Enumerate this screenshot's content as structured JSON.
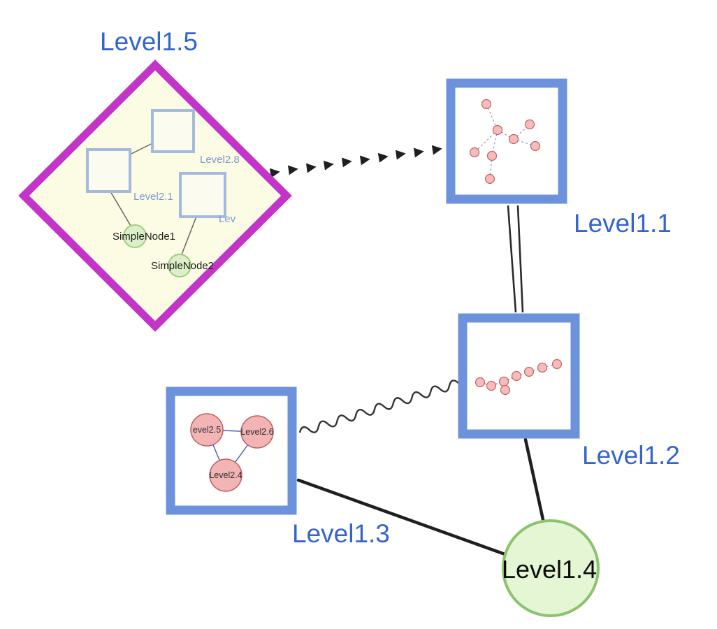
{
  "diagram": {
    "nodes": {
      "level1_5": {
        "label": "Level1.5",
        "shape": "diamond",
        "children": {
          "level2_8": {
            "label": "Level2.8",
            "shape": "square"
          },
          "level2_1": {
            "label": "Level2.1",
            "shape": "square"
          },
          "level2_x": {
            "label": "Lev",
            "shape": "square"
          },
          "simple_node1": {
            "label": "SimpleNode1",
            "shape": "circle"
          },
          "simple_node2": {
            "label": "SimpleNode2",
            "shape": "circle"
          }
        }
      },
      "level1_1": {
        "label": "Level1.1",
        "shape": "square"
      },
      "level1_2": {
        "label": "Level1.2",
        "shape": "square"
      },
      "level1_3": {
        "label": "Level1.3",
        "shape": "square",
        "children": {
          "level2_5": {
            "label": "evel2.5",
            "shape": "circle"
          },
          "level2_6": {
            "label": "Level2.6",
            "shape": "circle"
          },
          "level2_4": {
            "label": "Level2.4",
            "shape": "circle"
          }
        }
      },
      "level1_4": {
        "label": "Level1.4",
        "shape": "circle"
      }
    },
    "edges": [
      {
        "from": "Level1.5",
        "to": "Level1.1",
        "style": "dashed-arrowheads"
      },
      {
        "from": "Level1.1",
        "to": "Level1.2",
        "style": "double-line"
      },
      {
        "from": "Level1.3",
        "to": "Level1.2",
        "style": "wavy"
      },
      {
        "from": "Level1.3",
        "to": "Level1.4",
        "style": "solid"
      },
      {
        "from": "Level1.2",
        "to": "Level1.4",
        "style": "solid"
      }
    ],
    "colors": {
      "label_blue": "#3465cc",
      "group_border_blue": "#6d92dc",
      "diamond_border_magenta": "#c334c8",
      "diamond_fill_yellow": "#fbfce3",
      "green_node_fill": "#dcf0c8",
      "green_node_border": "#8cc36e",
      "pink_node_fill": "#f5bcbc",
      "pink_node_border": "#c76060",
      "edge_black": "#1f1f1f",
      "mini_edge_blue": "#7e8fd6"
    }
  }
}
